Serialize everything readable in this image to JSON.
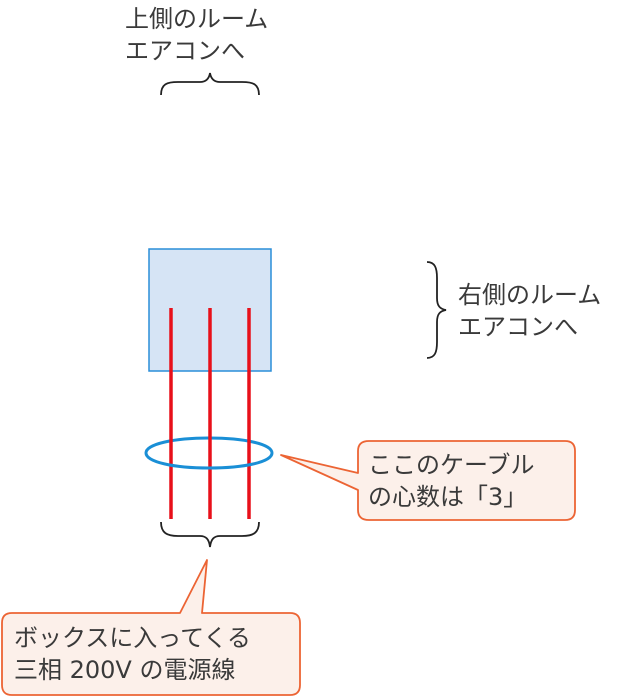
{
  "top_destination": {
    "line1": "上側のルーム",
    "line2": "エアコンへ"
  },
  "right_destination": {
    "line1": "右側のルーム",
    "line2": "エアコンへ"
  },
  "callout_cable_cores": {
    "line1": "ここのケーブル",
    "line2": "の心数は「3」"
  },
  "callout_power_line": {
    "line1": "ボックスに入ってくる",
    "line2": "三相 200V の電源線"
  },
  "colors": {
    "box_fill": "#d6e4f5",
    "box_stroke": "#2a8ed8",
    "wire": "#e8101a",
    "ring": "#1a8fd6",
    "callout_fill": "#fcf0ea",
    "callout_stroke": "#ec6434",
    "text": "#3a3a3a"
  },
  "wire_count": 3
}
